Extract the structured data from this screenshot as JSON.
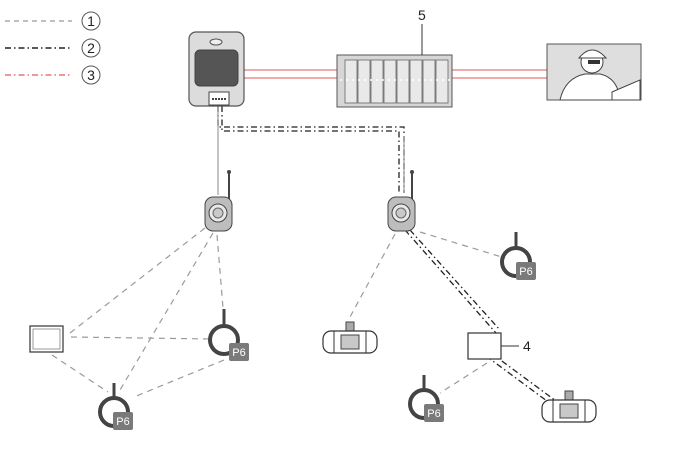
{
  "legend": [
    {
      "number": "1",
      "line_style": "dashed",
      "color": "#9a9a9a"
    },
    {
      "number": "2",
      "line_style": "dash-dot",
      "color": "#222222"
    },
    {
      "number": "3",
      "line_style": "dash-dot",
      "color": "#d9534f"
    }
  ],
  "callouts": {
    "io_system": "5",
    "device_box": "4"
  },
  "sensor_tag": "P6",
  "colors": {
    "red_link": "#e05a5a",
    "grey_link": "#9a9a9a",
    "dark_link": "#222222",
    "badge": "#7a7a7a"
  }
}
